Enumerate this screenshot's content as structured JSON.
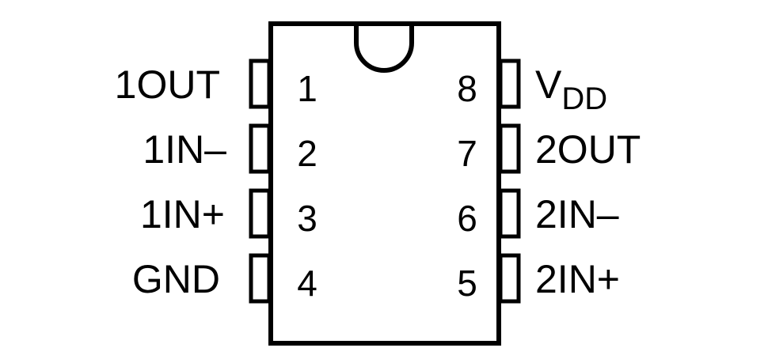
{
  "package": {
    "left_pins": [
      {
        "number": "1",
        "label": "1OUT"
      },
      {
        "number": "2",
        "label": "1IN–"
      },
      {
        "number": "3",
        "label": "1IN+"
      },
      {
        "number": "4",
        "label": "GND"
      }
    ],
    "right_pins": [
      {
        "number": "8",
        "label_main": "V",
        "label_sub": "DD"
      },
      {
        "number": "7",
        "label": "2OUT"
      },
      {
        "number": "6",
        "label": "2IN–"
      },
      {
        "number": "5",
        "label": "2IN+"
      }
    ]
  },
  "colors": {
    "stroke": "#000000",
    "background": "#ffffff"
  }
}
